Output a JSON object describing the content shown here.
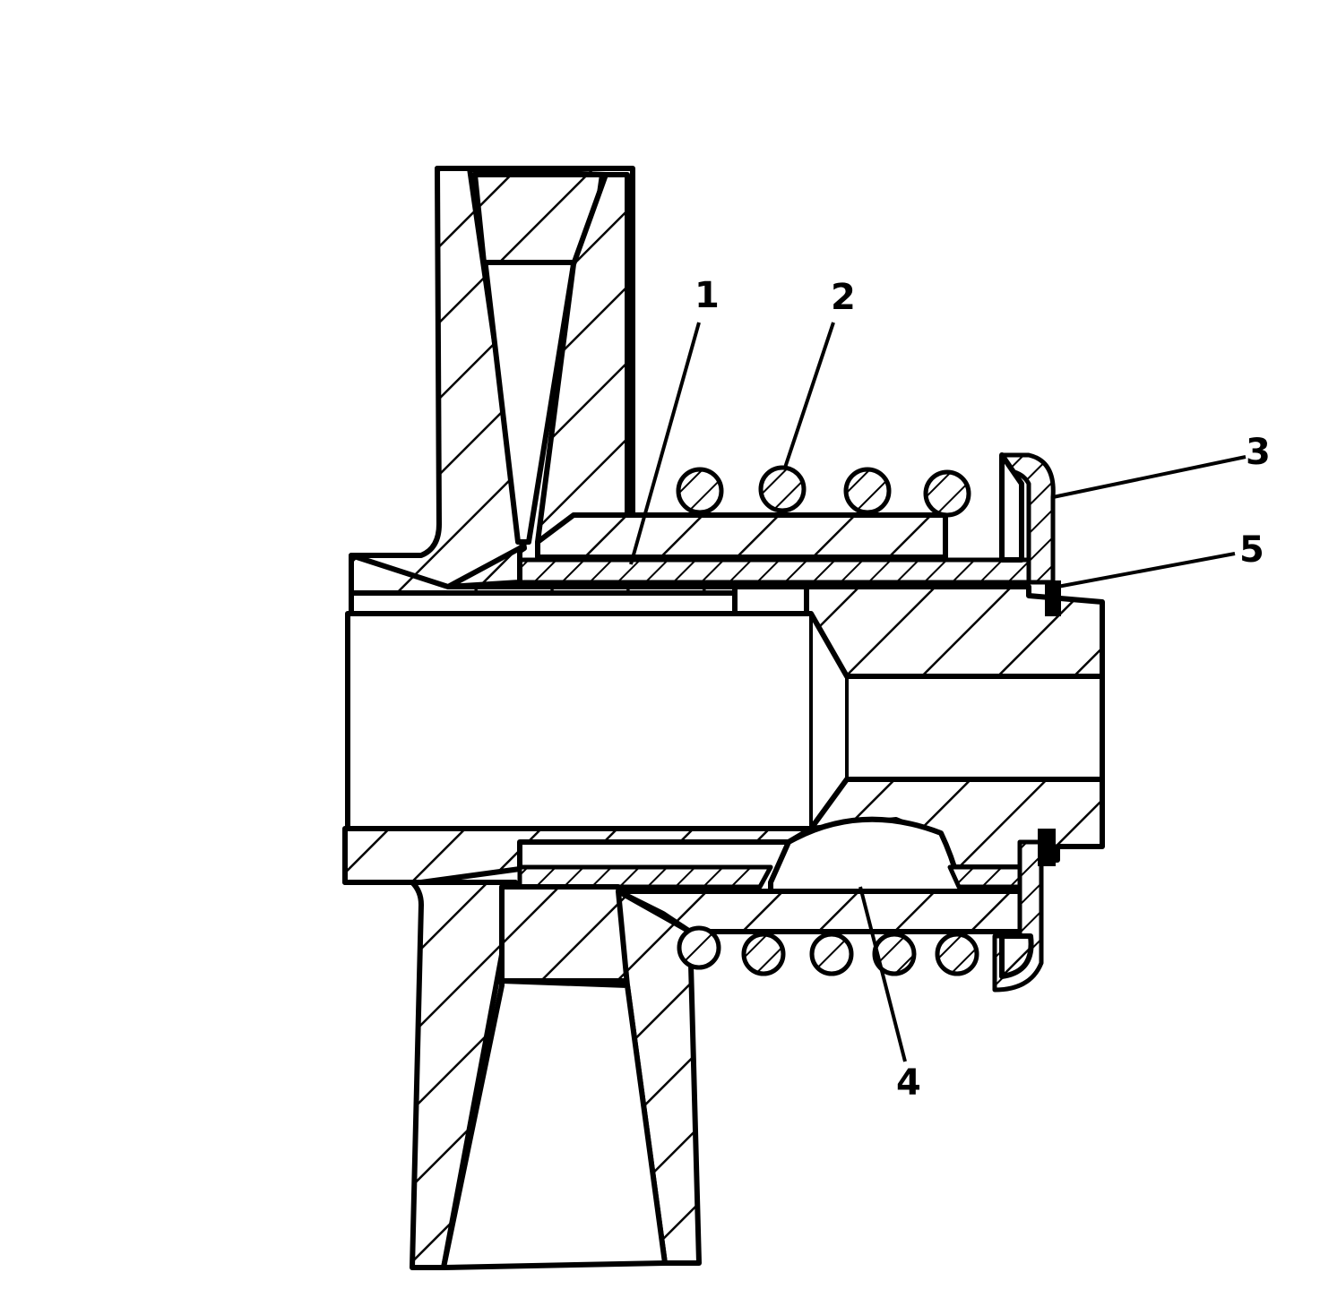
{
  "diagram": {
    "callouts": [
      {
        "id": "1",
        "label": "1"
      },
      {
        "id": "2",
        "label": "2"
      },
      {
        "id": "3",
        "label": "3"
      },
      {
        "id": "4",
        "label": "4"
      },
      {
        "id": "5",
        "label": "5"
      }
    ],
    "colors": {
      "ink": "#000000",
      "paper": "#ffffff"
    }
  }
}
